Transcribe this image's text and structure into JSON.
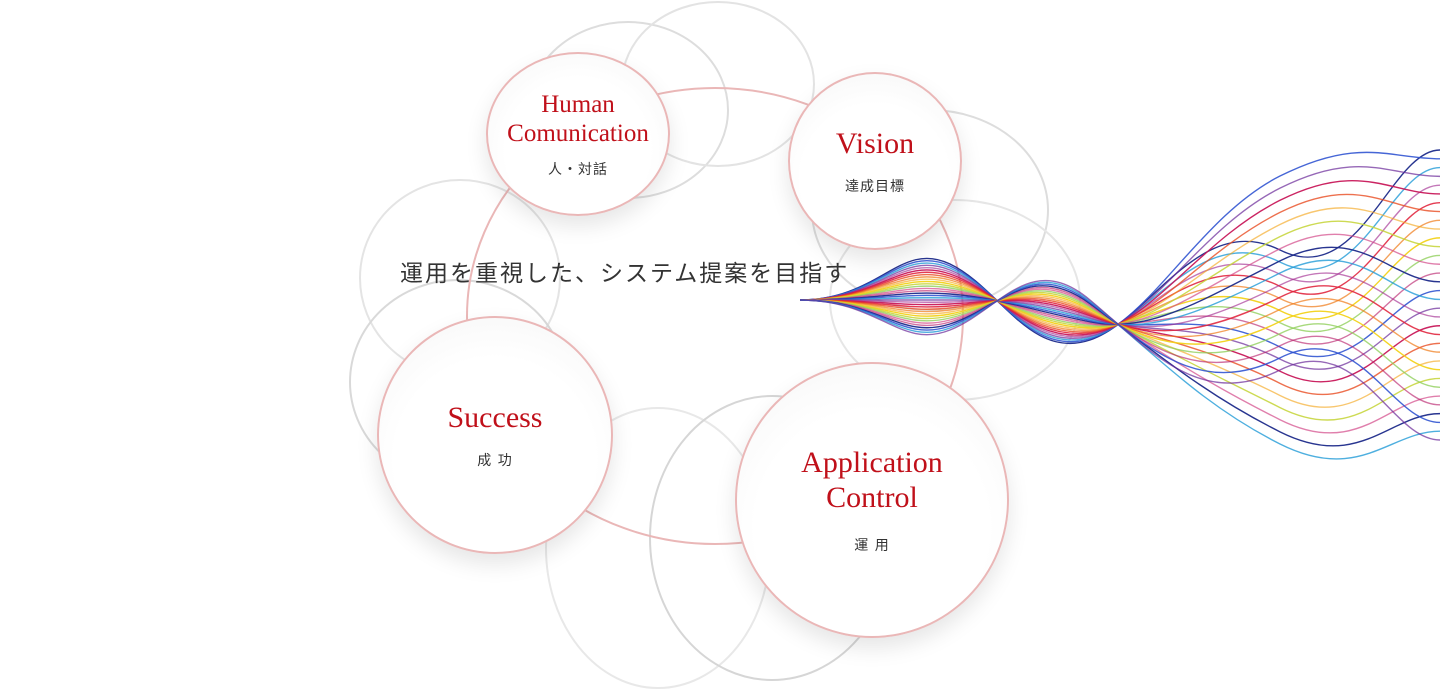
{
  "tagline": "運用を重視した、システム提案を目指す",
  "nodes": {
    "human": {
      "title": "Human\nComunication",
      "subtitle": "人・対話"
    },
    "vision": {
      "title": "Vision",
      "subtitle": "達成目標"
    },
    "success": {
      "title": "Success",
      "subtitle": "成 功"
    },
    "application": {
      "title": "Application\nControl",
      "subtitle": "運 用"
    }
  },
  "colors": {
    "accent": "#c0101a",
    "circle_border": "#eab7b7",
    "text": "#333333"
  }
}
